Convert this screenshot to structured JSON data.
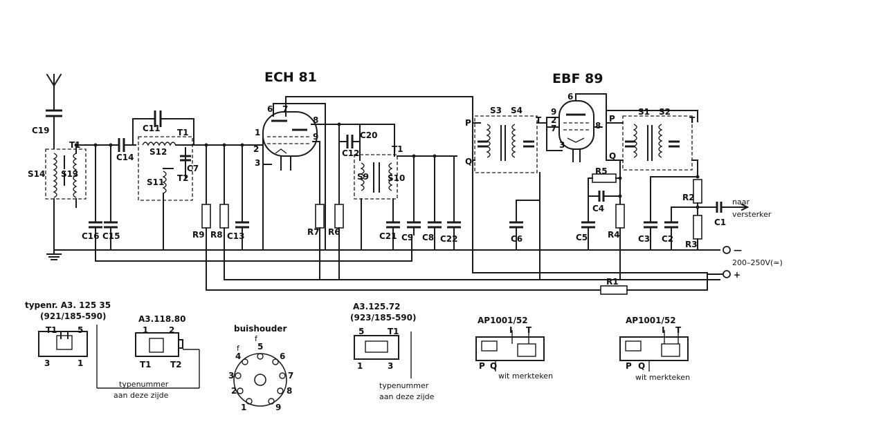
{
  "tubes": {
    "ech81": "ECH 81",
    "ebf89": "EBF 89"
  },
  "components": {
    "C19": "C19",
    "T1": "T1",
    "S14": "S14",
    "S13": "S13",
    "C14": "C14",
    "C11": "C11",
    "S12": "S12",
    "C7": "C7",
    "T2": "T2",
    "S11": "S11",
    "C16": "C16",
    "C15": "C15",
    "R9": "R9",
    "R8": "R8",
    "C13": "C13",
    "C20": "C20",
    "C12": "C12",
    "S9": "S9",
    "S10": "S10",
    "R7": "R7",
    "R6": "R6",
    "C21": "C21",
    "C9": "C9",
    "C8": "C8",
    "C22": "C22",
    "S3": "S3",
    "S4": "S4",
    "C6": "C6",
    "R5": "R5",
    "C4": "C4",
    "C5": "C5",
    "R4": "R4",
    "S1": "S1",
    "S2": "S2",
    "C3": "C3",
    "C2": "C2",
    "R2": "R2",
    "R3": "R3",
    "C1": "C1",
    "R1": "R1"
  },
  "pins": {
    "p1": "1",
    "p2": "2",
    "p3": "3",
    "p4": "4",
    "p5": "5",
    "p6": "6",
    "p7": "7",
    "p8": "8",
    "p9": "9"
  },
  "coil_terminals": {
    "P": "P",
    "Q": "Q",
    "T": "T",
    "I": "I",
    "f": "f"
  },
  "outputs": {
    "amp_label_1": "naar",
    "amp_label_2": "versterker",
    "minus": "—",
    "plus": "+",
    "supply": "200–250V(≃)"
  },
  "legend": {
    "typenr": "typenr. A3. 125 35",
    "typenr_sub": "(921/185-590)",
    "a3_118": "A3.118.80",
    "buishouder": "buishouder",
    "a3_125_72": "A3.125.72",
    "a3_125_72_sub": "(923/185-590)",
    "ap1001_a": "AP1001/52",
    "ap1001_b": "AP1001/52",
    "typenummer_1a": "typenummer",
    "typenummer_1b": "aan deze zijde",
    "typenummer_2a": "typenummer",
    "typenummer_2b": "aan deze zijde",
    "wit_a": "wit merkteken",
    "wit_b": "wit merkteken"
  }
}
